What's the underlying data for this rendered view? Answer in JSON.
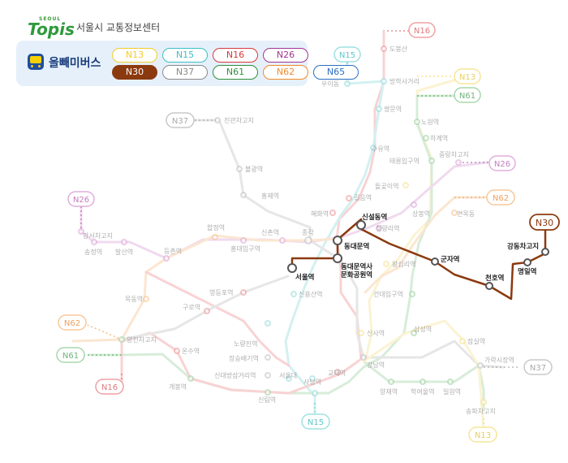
{
  "header": {
    "logo_small": "SEOUL",
    "logo": "Topis",
    "title": "서울시 교통정보센터"
  },
  "legend": {
    "title": "올빼미버스",
    "routes": [
      {
        "name": "N13",
        "color": "#f2cc2a",
        "filled": false
      },
      {
        "name": "N15",
        "color": "#3cc0c4",
        "filled": false
      },
      {
        "name": "N16",
        "color": "#d9383a",
        "filled": false
      },
      {
        "name": "N26",
        "color": "#a23590",
        "filled": false
      },
      {
        "name": "N30",
        "color": "#8b3a10",
        "filled": true
      },
      {
        "name": "N37",
        "color": "#8a8a8a",
        "filled": false
      },
      {
        "name": "N61",
        "color": "#2f8f3c",
        "filled": false
      },
      {
        "name": "N62",
        "color": "#f08a2a",
        "filled": false
      },
      {
        "name": "N65",
        "color": "#2a6fc0",
        "filled": false
      }
    ]
  },
  "map": {
    "highlight_route": {
      "name": "N30",
      "color": "#8b3a10"
    },
    "highlight_stations": [
      "서울역",
      "동대문역",
      "신설동역",
      "동대문역사\n문화공원역",
      "군자역",
      "천호역",
      "명일역",
      "강동차고지"
    ],
    "stations": [
      "도봉산",
      "우이동",
      "방학사거리",
      "쌍문역",
      "노원역",
      "하계역",
      "수유역",
      "태릉입구역",
      "중랑차고지",
      "진관차고지",
      "불광역",
      "홍제역",
      "돌곶이역",
      "길음역",
      "혜화역",
      "상봉역",
      "면목동",
      "청량리역",
      "종각",
      "강서차고지",
      "송정역",
      "발산역",
      "등촌역",
      "합정역",
      "신촌역",
      "홍대입구역",
      "왕십리역",
      "건대입구역",
      "목동역",
      "영등포역",
      "신용산역",
      "구로역",
      "노량진역",
      "양천차고지",
      "온수역",
      "장승배기역",
      "신사역",
      "삼성역",
      "잠실역",
      "가락시장역",
      "신대방삼거리역",
      "서울대\n입구역",
      "교대역",
      "사당역",
      "개봉역",
      "신림역",
      "강남역",
      "양재역",
      "학여울역",
      "일원역",
      "송파차고지"
    ],
    "route_tags": [
      "N16",
      "N15",
      "N13",
      "N61",
      "N37",
      "N26",
      "N62",
      "N30",
      "N62",
      "N61",
      "N16",
      "N37",
      "N15",
      "N13"
    ]
  }
}
